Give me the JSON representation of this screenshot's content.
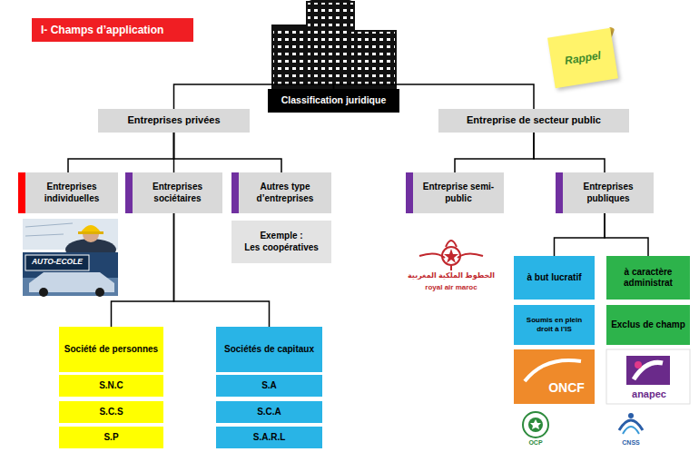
{
  "diagram": {
    "title": "I- Champs d’application",
    "nodes": [
      {
        "text": [
          "Classification juridique"
        ]
      },
      {
        "text": [
          "Rappel"
        ]
      },
      {
        "text": [
          "Entreprises privées"
        ]
      },
      {
        "text": [
          "Entreprise de secteur public"
        ]
      },
      {
        "text": [
          "Entreprises individuelles"
        ]
      },
      {
        "text": [
          "Entreprises sociétaires"
        ]
      },
      {
        "text": [
          "Autres type d’entreprises"
        ]
      },
      {
        "text": [
          "Entreprise semi-public"
        ]
      },
      {
        "text": [
          "Entreprises publiques"
        ]
      },
      {
        "text": [
          "Exemple :",
          "Les coopératives"
        ]
      },
      {
        "text": [
          "à but lucratif"
        ]
      },
      {
        "text": [
          "à caractère administrat"
        ]
      },
      {
        "text": [
          "Soumis en plein droit à l’IS"
        ]
      },
      {
        "text": [
          "Exclus de champ"
        ]
      },
      {
        "text": [
          "Société de personnes"
        ]
      },
      {
        "text": [
          "Sociétés de capitaux"
        ]
      },
      {
        "text": [
          "S.N.C"
        ]
      },
      {
        "text": [
          "S.A"
        ]
      },
      {
        "text": [
          "S.C.S"
        ]
      },
      {
        "text": [
          "S.C.A"
        ]
      },
      {
        "text": [
          "S.P"
        ]
      },
      {
        "text": [
          "S.A.R.L"
        ]
      }
    ],
    "edges": [
      {
        "from": 0,
        "to": 2,
        "arrow": "none"
      },
      {
        "from": 0,
        "to": 3,
        "arrow": "none"
      },
      {
        "from": 2,
        "to": 4,
        "arrow": "none"
      },
      {
        "from": 2,
        "to": 5,
        "arrow": "none"
      },
      {
        "from": 2,
        "to": 6,
        "arrow": "none"
      },
      {
        "from": 3,
        "to": 7,
        "arrow": "none"
      },
      {
        "from": 3,
        "to": 8,
        "arrow": "none"
      },
      {
        "from": 8,
        "to": 10,
        "arrow": "none"
      },
      {
        "from": 8,
        "to": 11,
        "arrow": "none"
      },
      {
        "from": 5,
        "to": 14,
        "arrow": "none"
      },
      {
        "from": 5,
        "to": 15,
        "arrow": "none"
      }
    ],
    "labels": [
      "AUTO-ECOLE",
      "الخطوط الملكية المغربية",
      "royal air maroc",
      "ONCF",
      "anapec",
      "OCP",
      "CNSS"
    ]
  }
}
